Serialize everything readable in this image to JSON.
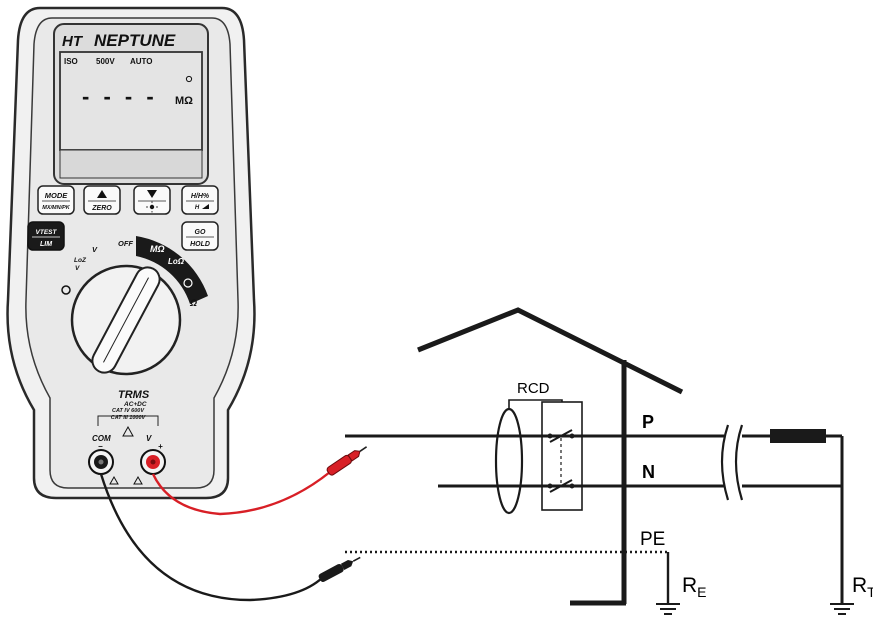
{
  "meter": {
    "brand": "HT",
    "model": "NEPTUNE",
    "lcd": {
      "mode": "ISO",
      "voltage": "500V",
      "range": "AUTO",
      "reading": "- - - -",
      "unit": "MΩ"
    },
    "keys": {
      "mode_top": "MODE",
      "mode_bottom": "MX/MN/PK",
      "zero": "ZERO",
      "hold_top": "H/H%",
      "hold_bottom": "H",
      "vtest_top": "VTEST",
      "vtest_bottom": "LIM",
      "go_top": "GO",
      "go_bottom": "HOLD"
    },
    "dial": {
      "off": "OFF",
      "mohm": "MΩ",
      "loohm": "LoΩ",
      "ohm": "Ω",
      "v": "V",
      "loz_top": "LoZ",
      "loz_bottom": "V"
    },
    "trms_top": "TRMS",
    "trms_bottom": "AC+DC",
    "cat_line1": "CAT IV 600V",
    "cat_line2": "CAT III 1000V",
    "terminal_com": "COM",
    "terminal_com_sign": "−",
    "terminal_v": "V",
    "terminal_v_sign": "+"
  },
  "circuit": {
    "rcd": "RCD",
    "phase": "P",
    "neutral": "N",
    "protective_earth": "PE",
    "re_main": "R",
    "re_sub": "E",
    "rt_main": "R",
    "rt_sub": "T"
  },
  "colors": {
    "meter_body": "#ececec",
    "meter_outline": "#2a2a2a",
    "lcd_bg": "#e6e6e6",
    "dial_band": "#1a1a1a",
    "red_lead": "#d81f26",
    "black_lead": "#1a1a1a",
    "wire": "#1a1a1a"
  }
}
